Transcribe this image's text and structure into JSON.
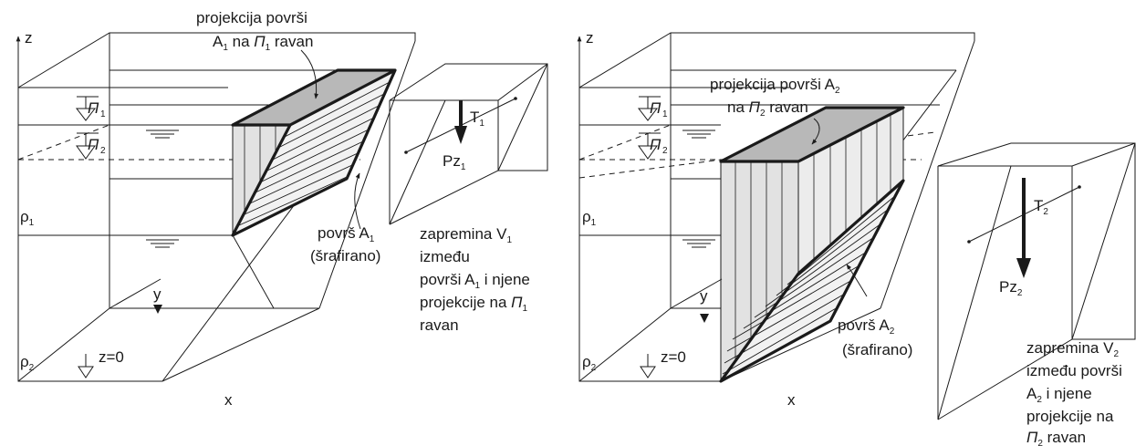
{
  "colors": {
    "line": "#1a1a1a",
    "projection_fill": "#b8b8b8",
    "side_fill": "#e2e2e2",
    "background": "#ffffff"
  },
  "left": {
    "callout_top_line1": "projekcija površi",
    "callout_top_line2_pre": "A",
    "callout_top_line2_sub": "1",
    "callout_top_line2_mid": " na ",
    "callout_top_line2_pi": "Π",
    "callout_top_line2_pisub": "1",
    "callout_top_line2_post": " ravan",
    "axis_z": "z",
    "axis_y": "y",
    "axis_x": "x",
    "pi1": "Π",
    "pi1_sub": "1",
    "pi2": "Π",
    "pi2_sub": "2",
    "rho1": "ρ",
    "rho1_sub": "1",
    "rho2": "ρ",
    "rho2_sub": "2",
    "z0": "z=0",
    "surface_label_pre": "površ A",
    "surface_label_sub": "1",
    "surface_hatched": "(šrafirano)",
    "vol_T": "T",
    "vol_T_sub": "1",
    "vol_Pz": "Pz",
    "vol_Pz_sub": "1",
    "vol_text_l1_pre": "zapremina V",
    "vol_text_l1_sub": "1",
    "vol_text_l2": "između",
    "vol_text_l3_pre": "površi A",
    "vol_text_l3_sub": "1",
    "vol_text_l3_post": " i njene",
    "vol_text_l4_pre": "projekcije na ",
    "vol_text_l4_pi": "Π",
    "vol_text_l4_pisub": "1",
    "vol_text_l5": "ravan"
  },
  "right": {
    "callout_top_line1_pre": "projekcija površi A",
    "callout_top_line1_sub": "2",
    "callout_top_line2_pre": "na ",
    "callout_top_line2_pi": "Π",
    "callout_top_line2_pisub": "2",
    "callout_top_line2_post": " ravan",
    "axis_z": "z",
    "axis_y": "y",
    "axis_x": "x",
    "pi1": "Π",
    "pi1_sub": "1",
    "pi2": "Π",
    "pi2_sub": "2",
    "rho1": "ρ",
    "rho1_sub": "1",
    "rho2": "ρ",
    "rho2_sub": "2",
    "z0": "z=0",
    "surface_label_pre": "površ A",
    "surface_label_sub": "2",
    "surface_hatched": "(šrafirano)",
    "vol_T": "T",
    "vol_T_sub": "2",
    "vol_Pz": "Pz",
    "vol_Pz_sub": "2",
    "vol_text_l1_pre": "zapremina V",
    "vol_text_l1_sub": "2",
    "vol_text_l2": "između površi",
    "vol_text_l3_pre": "A",
    "vol_text_l3_sub": "2",
    "vol_text_l3_post": " i njene",
    "vol_text_l4": "projekcije na",
    "vol_text_l5_pi": "Π",
    "vol_text_l5_pisub": "2",
    "vol_text_l5_post": " ravan"
  }
}
